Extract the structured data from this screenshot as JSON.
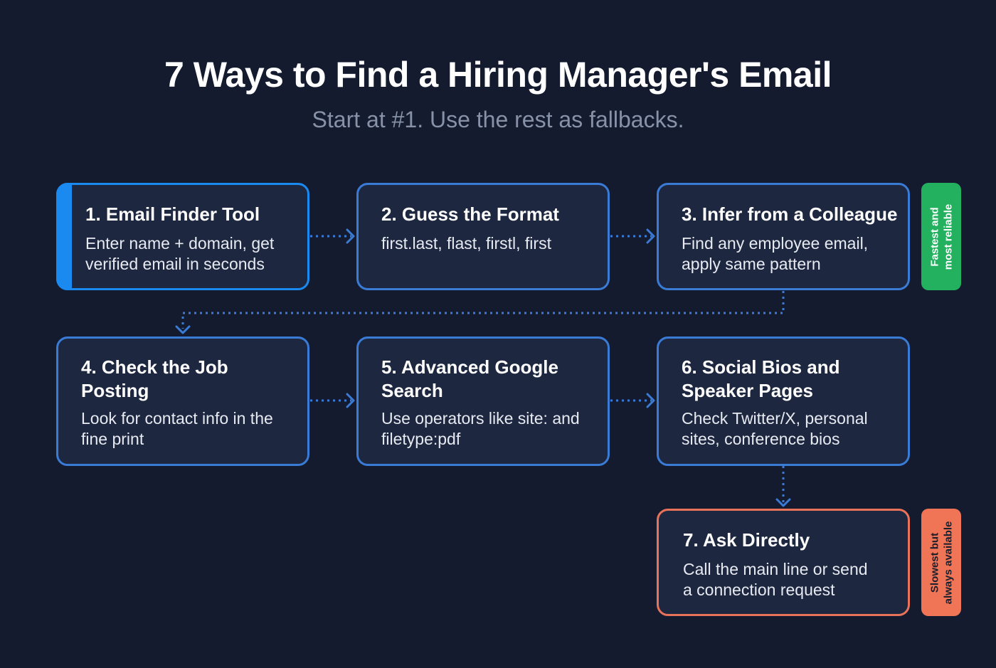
{
  "header": {
    "title": "7 Ways to Find a Hiring Manager's Email",
    "subtitle": "Start at #1. Use the rest as fallbacks."
  },
  "colors": {
    "background": "#141b2f",
    "card_fill": "#1d2740",
    "card_border": "#3a7bd5",
    "primary_accent": "#1b8af0",
    "danger_accent": "#e8735a",
    "badge_fast": "#23b15f",
    "badge_slow": "#f07556"
  },
  "steps": [
    {
      "title": "1. Email Finder Tool",
      "desc_line1": "Enter name + domain, get",
      "desc_line2": "verified email in seconds"
    },
    {
      "title": "2. Guess the Format",
      "desc_line1": "first.last, flast, firstl, first",
      "desc_line2": ""
    },
    {
      "title": "3. Infer from a Colleague",
      "desc_line1": "Find any employee email,",
      "desc_line2": "apply same pattern"
    },
    {
      "title_line1": "4. Check the Job",
      "title_line2": "Posting",
      "desc_line1": "Look for contact info in the",
      "desc_line2": "fine print"
    },
    {
      "title_line1": "5. Advanced Google",
      "title_line2": "Search",
      "desc_line1": "Use operators like site: and",
      "desc_line2": "filetype:pdf"
    },
    {
      "title_line1": "6. Social Bios and",
      "title_line2": "Speaker Pages",
      "desc_line1": "Check Twitter/X, personal",
      "desc_line2": "sites, conference bios"
    },
    {
      "title": "7. Ask Directly",
      "desc_line1": "Call the main line or send",
      "desc_line2": "a connection request"
    }
  ],
  "badges": {
    "fast": {
      "line1": "Fastest and",
      "line2": "most reliable"
    },
    "slow": {
      "line1": "Slowest but",
      "line2": "always available"
    }
  }
}
